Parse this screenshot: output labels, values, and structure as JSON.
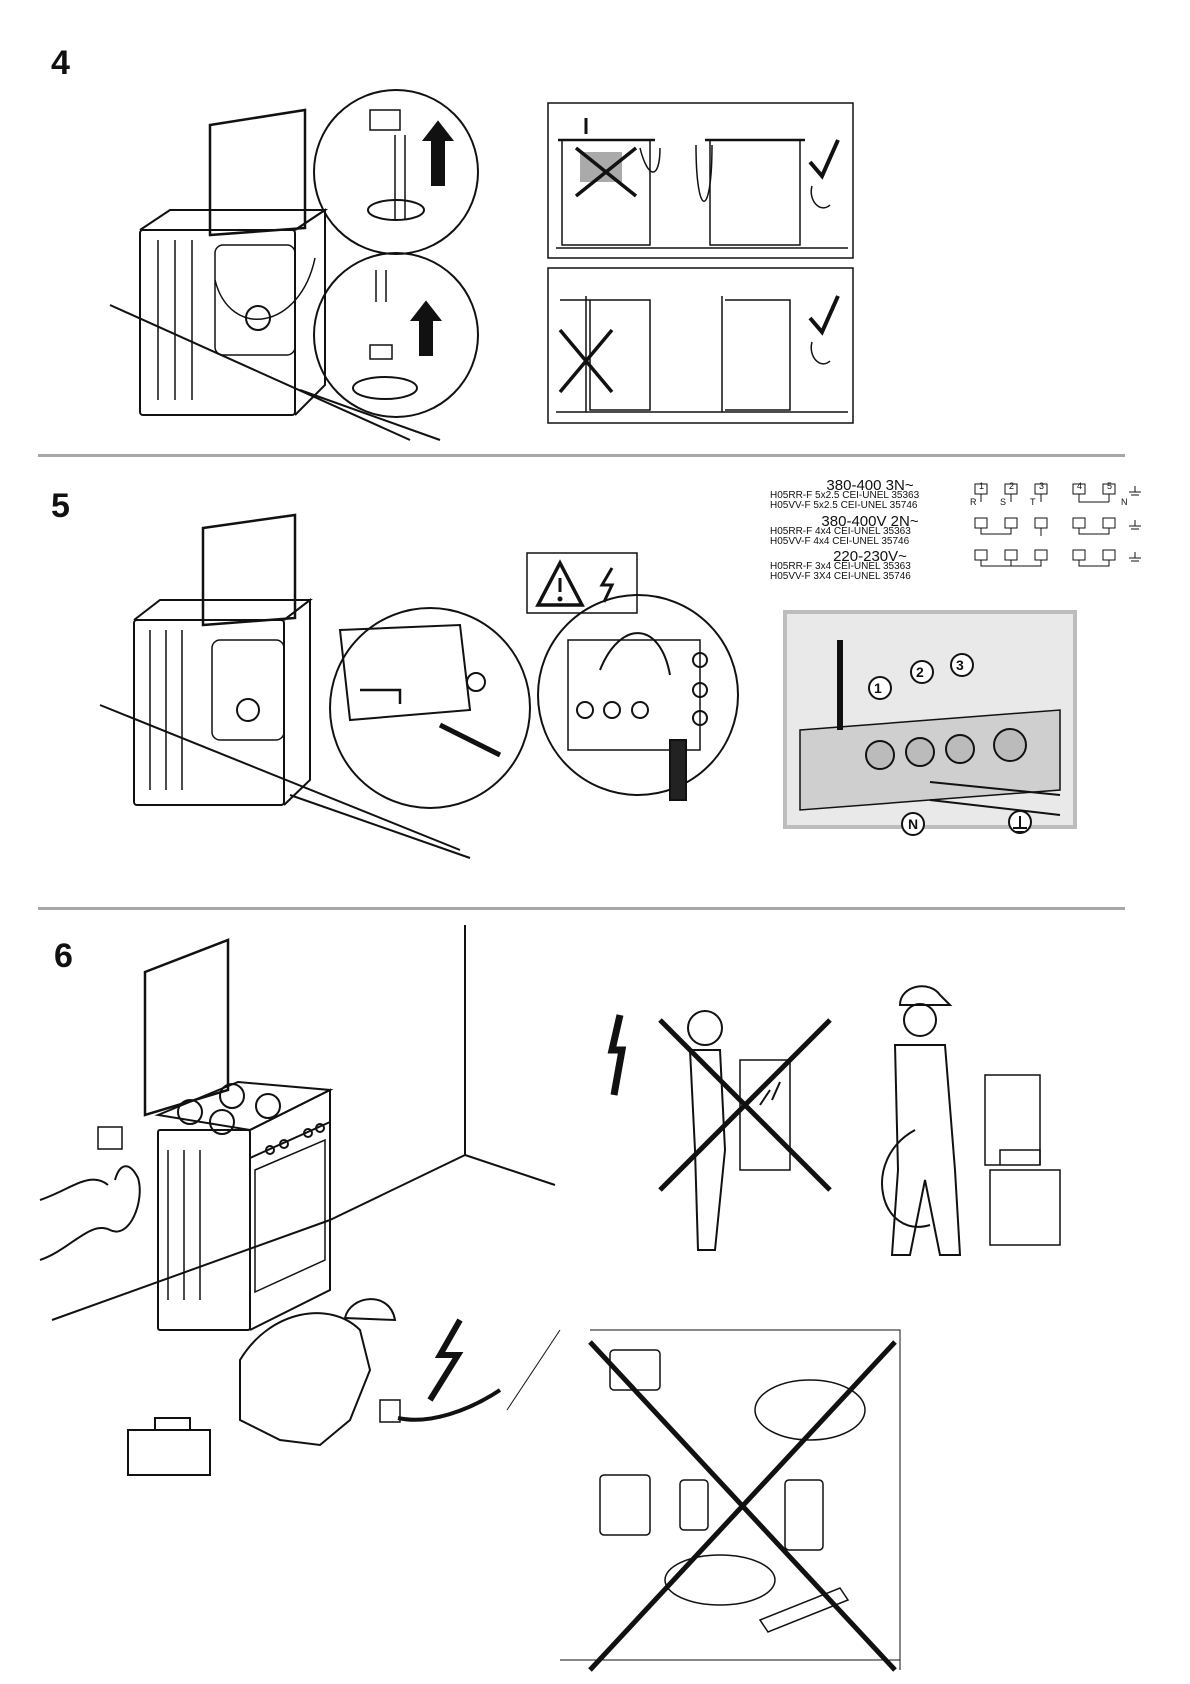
{
  "steps": {
    "s4": "4",
    "s5": "5",
    "s6": "6"
  },
  "wiring": [
    {
      "voltage": "380-400 3N~",
      "cables": [
        "H05RR-F 5x2.5 CEI-UNEL 35363",
        "H05VV-F 5x2.5 CEI-UNEL 35746"
      ]
    },
    {
      "voltage": "380-400V 2N~",
      "cables": [
        "H05RR-F 4x4 CEI-UNEL 35363",
        "H05VV-F 4x4 CEI-UNEL 35746"
      ]
    },
    {
      "voltage": "220-230V~",
      "cables": [
        "H05RR-F 3x4 CEI-UNEL 35363",
        "H05VV-F 3X4 CEI-UNEL 35746"
      ]
    }
  ],
  "terminals": {
    "t1": "1",
    "t2": "2",
    "t3": "3",
    "t4": "4",
    "t5": "5",
    "r": "R",
    "s": "S",
    "t": "T",
    "n": "N"
  },
  "callouts": {
    "c1": "1",
    "c2": "2",
    "c3": "3",
    "neutral": "N"
  },
  "colors": {
    "rule": "#a7a7a7",
    "ink": "#111111",
    "panel_border": "#bdbdbd"
  }
}
